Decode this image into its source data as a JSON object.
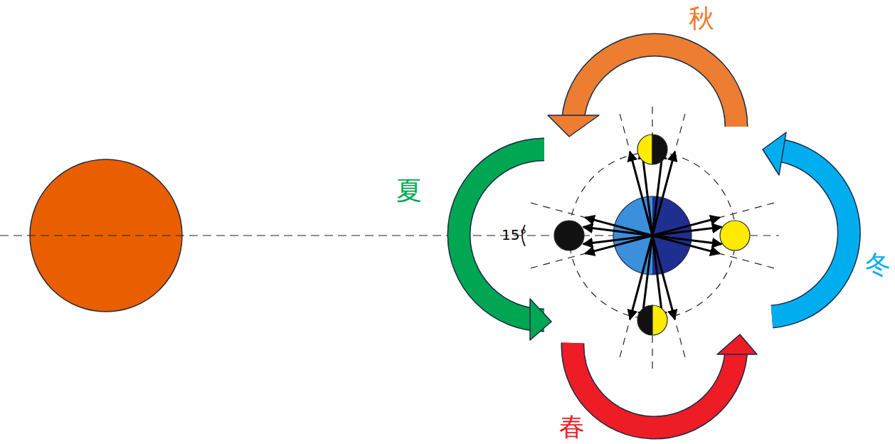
{
  "diagram": {
    "labels": [
      "秋",
      "夏",
      "冬",
      "春",
      "15°"
    ]
  }
}
